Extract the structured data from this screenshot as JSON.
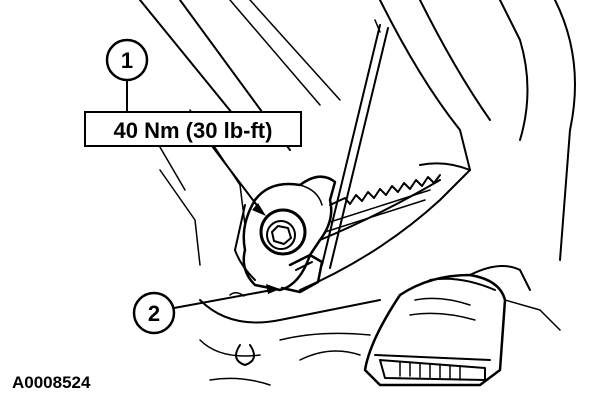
{
  "callouts": [
    {
      "number": "1",
      "torque_label": "40 Nm (30 lb-ft)"
    },
    {
      "number": "2"
    }
  ],
  "figure_id": "A0008524",
  "colors": {
    "line": "#000000",
    "background": "#ffffff"
  }
}
